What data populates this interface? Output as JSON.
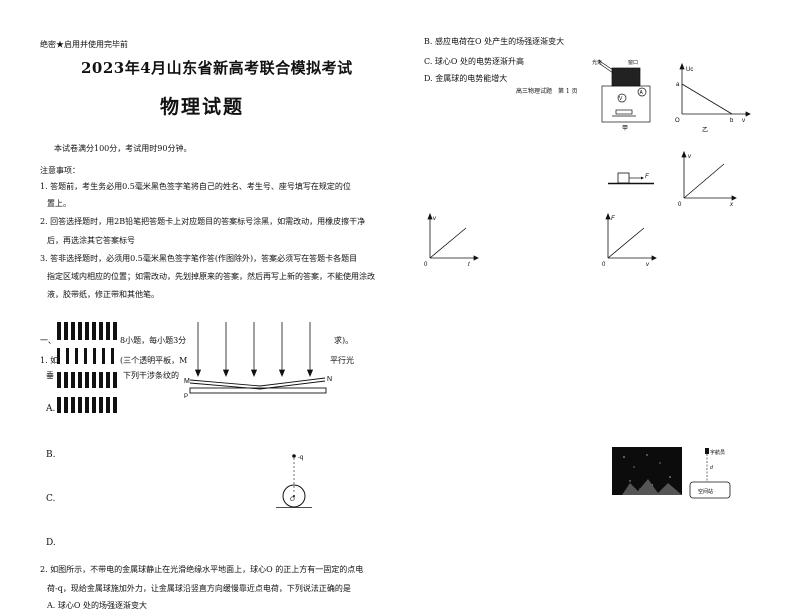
{
  "left": {
    "secret": "绝密★启用并使用完毕前",
    "title": "2023年4月山东省新高考联合模拟考试",
    "subject": "物理试题",
    "intro": "本试卷满分100分，考试用时90分钟。",
    "notes_heading": "注意事项：",
    "note1_a": "1. 答题前，考生务必用0.5毫米黑色签字笔将自己的姓名、考生号、座号填写在规定的位",
    "note1_b": "置上。",
    "note2_a": "2. 回答选择题时，用2B铅笔把答题卡上对应题目的答案标号涂黑，如需改动，用橡皮擦干净",
    "note2_b": "后，再选涂其它答案标号",
    "note3_a": "3. 答非选择题时，必须用0.5毫米黑色签字笔作答(作图除外)，答案必须写在答题卡各题目",
    "note3_b": "指定区域内相应的位置；如需改动，先划掉原来的答案，然后再写上新的答案，不能使用涂改",
    "note3_c": "液，胶带纸，修正带和其他笔。",
    "sec1_start": "一、",
    "sec1_mid": "8小题，每小题3分",
    "sec1_end": "求)。",
    "q1_start": "1. 如",
    "q1_mid": "(三个透明平板，M",
    "q1_end": "平行光",
    "q1_line2a": "垂",
    "q1_line2b": "下列干涉条纹的",
    "optA": "A.",
    "optB": "B.",
    "optC": "C.",
    "optD": "D.",
    "label_M": "M",
    "label_N": "N",
    "label_P": "P",
    "charge_label": "-q",
    "center_label": "O",
    "q2_a": "2. 如图所示，不带电的金属球静止在光滑绝缘水平地面上，球心O 的正上方有一固定的点电",
    "q2_b": "荷-q，现给金属球施加外力，让金属球沿竖直方向缓慢靠近点电荷，下列说法正确的是",
    "q2_optA": "A. 球心O 处的场强逐渐变大"
  },
  "right": {
    "q2_optB": "B. 感应电荷在O 处产生的场强逐渐变大",
    "q2_optC": "C. 球心O 处的电势逐渐升高",
    "q2_optD": "D. 金属球的电势能增大",
    "footer": "高三物理试题　第 1 页",
    "fig_light": "光束",
    "fig_window": "窗口",
    "fig_jia": "甲",
    "fig_yi": "乙",
    "graph_axis_uc": "Uc",
    "graph_a": "a",
    "graph_b": "b",
    "graph_nu": "ν",
    "graph_O": "O",
    "label_F": "F",
    "label_v": "v",
    "label_t": "t",
    "label_x": "x",
    "label_0": "0",
    "spaceship": "宇航员",
    "station": "空间站",
    "label_d": "d"
  }
}
